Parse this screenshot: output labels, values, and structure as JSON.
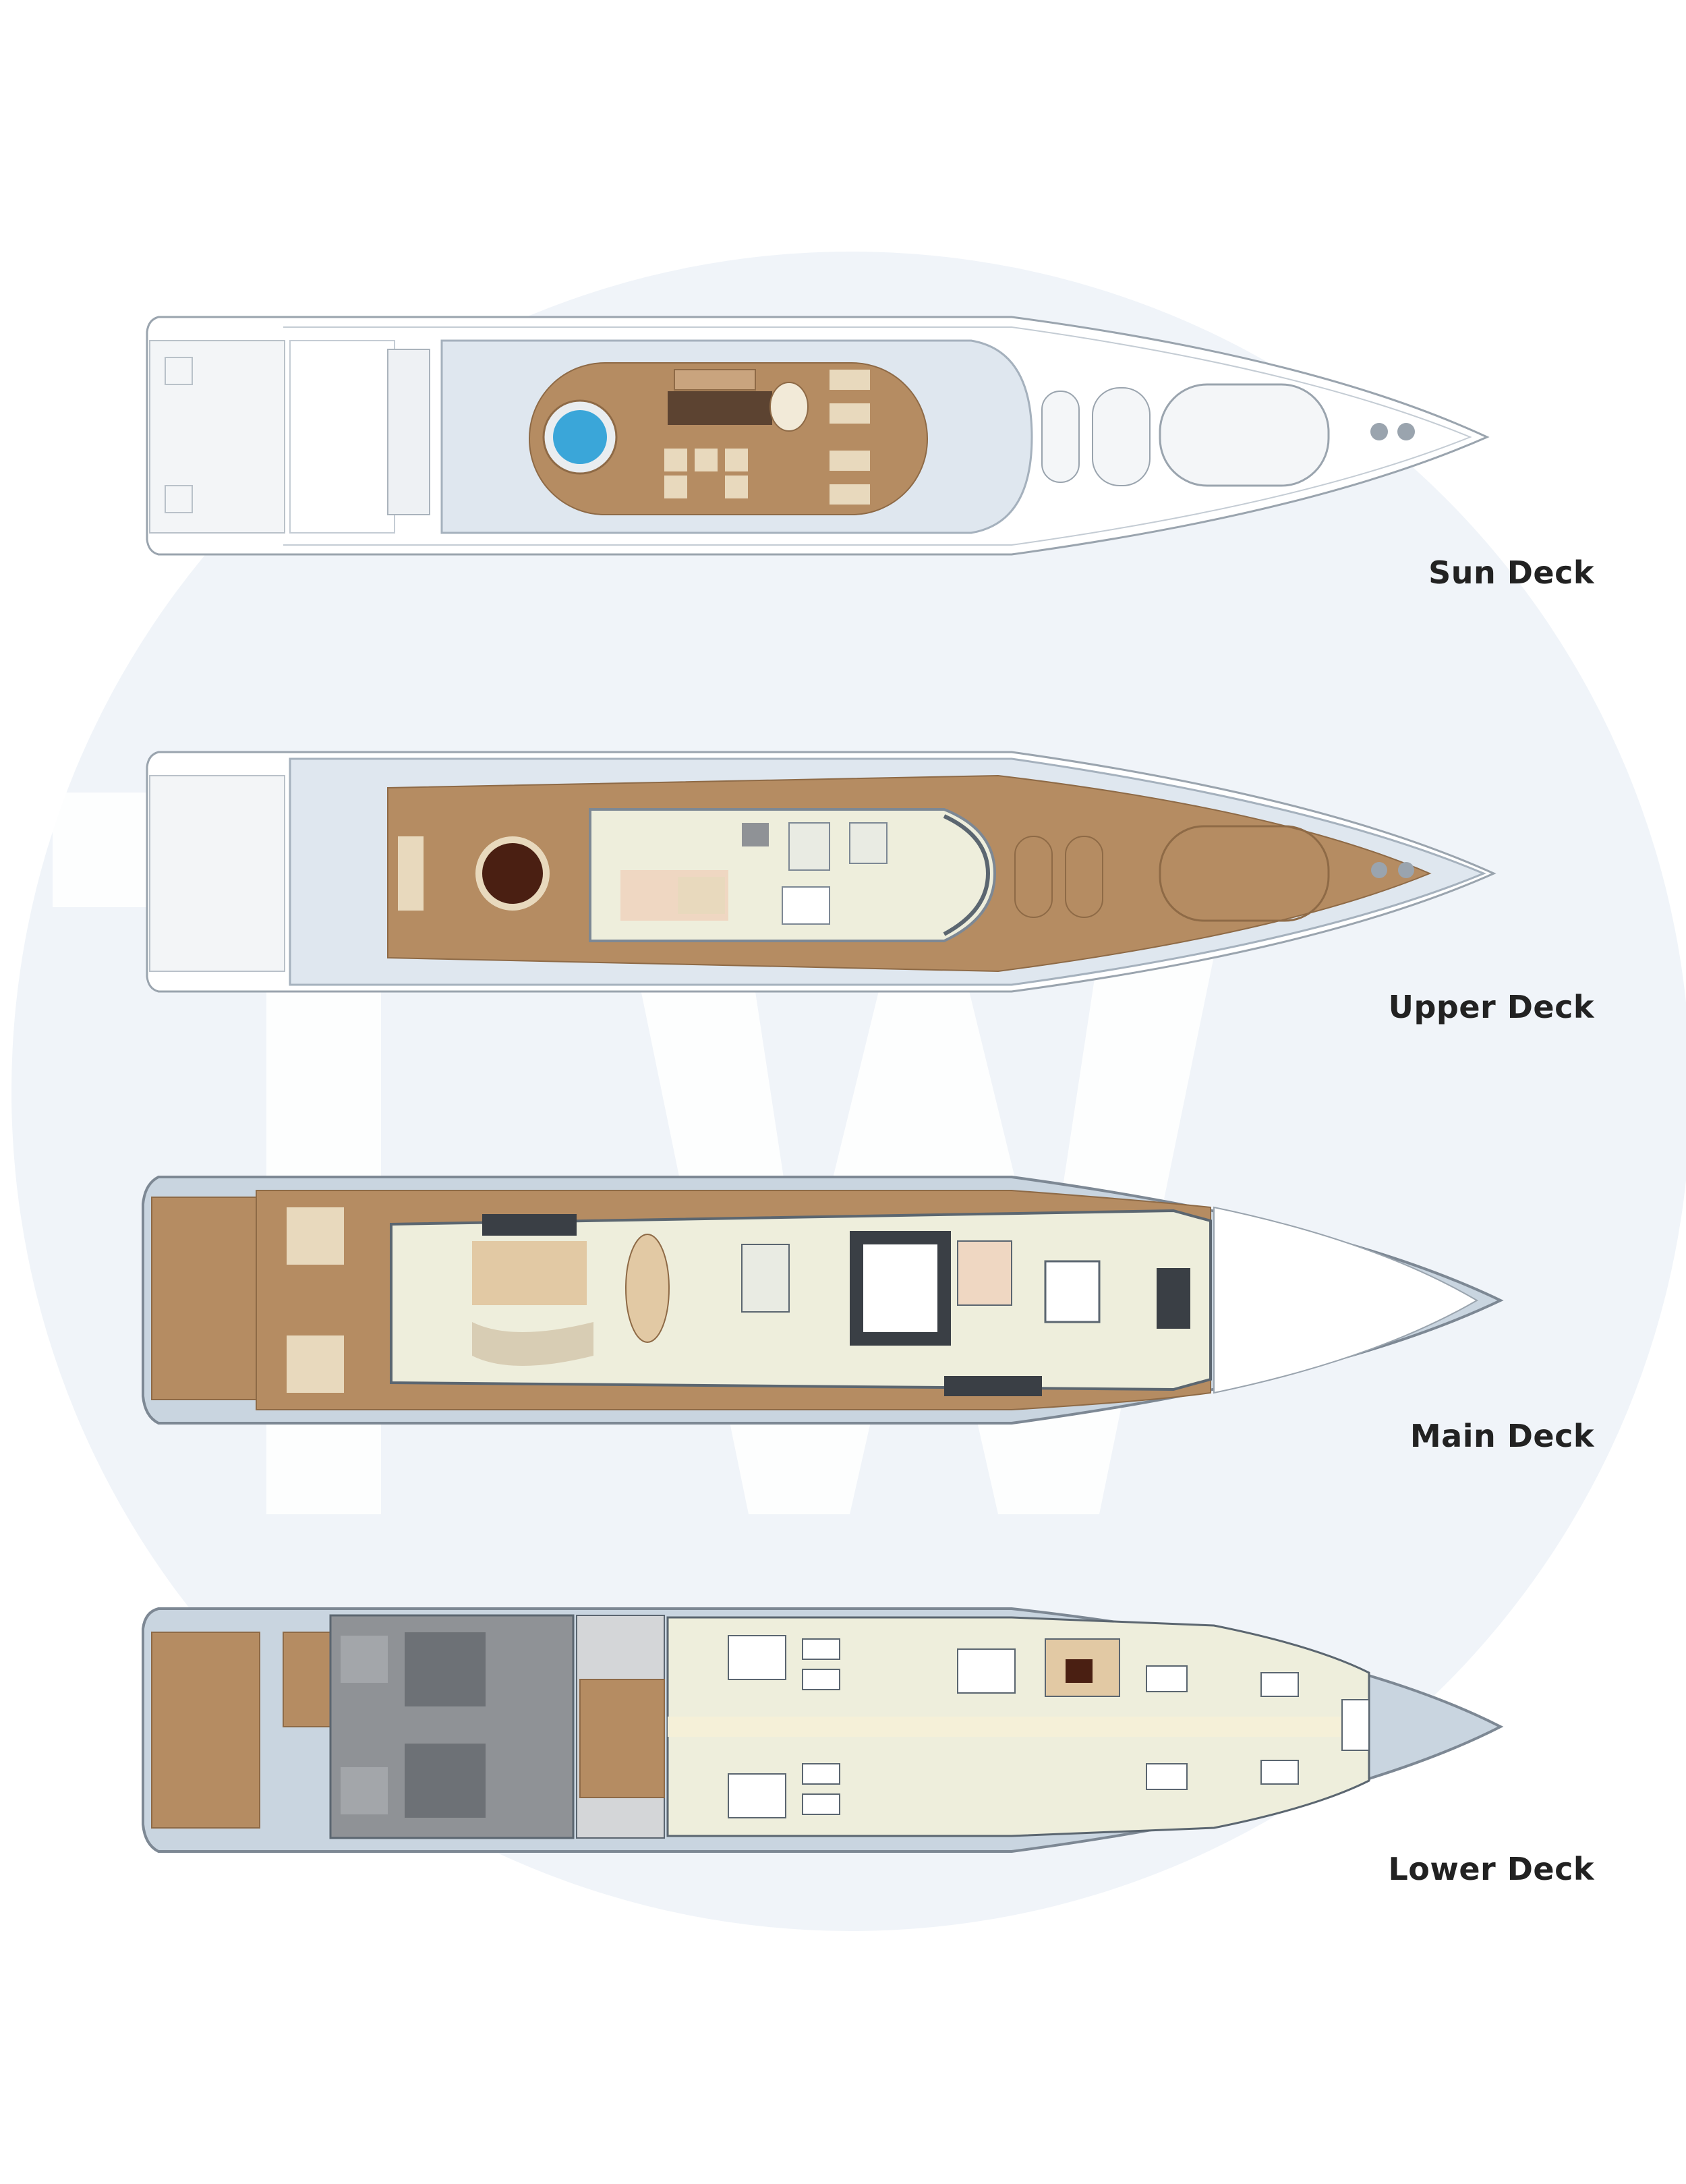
{
  "decks": {
    "sun": {
      "label": "Sun Deck"
    },
    "upper": {
      "label": "Upper Deck"
    },
    "main": {
      "label": "Main Deck"
    },
    "lower": {
      "label": "Lower Deck"
    }
  },
  "watermark": {
    "text": "TW"
  },
  "colors": {
    "teak": "#b58c62",
    "teak_dark": "#9c7450",
    "hull_blue": "#c9d5e0",
    "superstructure_blue": "#dfe7ef",
    "interior_cream": "#eeeedc",
    "machinery_grey": "#8f9296",
    "watermark_circle": "#f0f4f9",
    "outline": "#7d8894",
    "label": "#222222"
  }
}
